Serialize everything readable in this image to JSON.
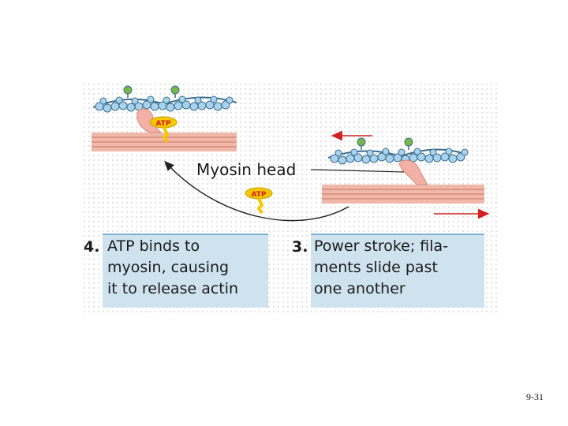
{
  "labels": {
    "myosin_head": "Myosin head",
    "atp": "ATP"
  },
  "steps": [
    {
      "number": "4.",
      "lines": [
        "ATP binds to",
        "myosin, causing",
        "it to release actin"
      ]
    },
    {
      "number": "3.",
      "lines": [
        "Power stroke; fila-",
        "ments slide past",
        "one another"
      ]
    }
  ],
  "page_number": "9-31",
  "colors": {
    "filament": "#f0b8a8",
    "filament_stripe": "#d88a78",
    "actin_bead": "#a9d3ec",
    "actin_outline": "#3c6f8f",
    "myosin_head": "#f3b0a6",
    "atp_fill": "#f5c800",
    "arrow_red": "#d42020",
    "caption_bg": "#cfe3ef"
  }
}
